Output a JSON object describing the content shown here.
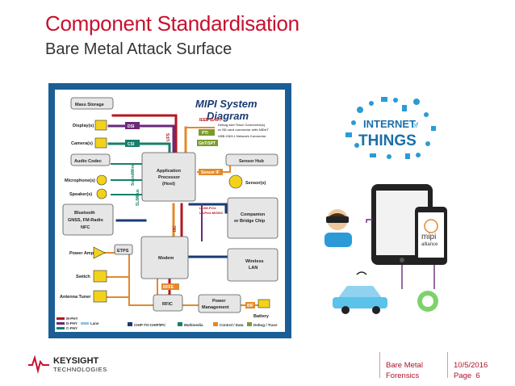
{
  "slide": {
    "title": "Component Standardisation",
    "subtitle": "Bare Metal Attack Surface"
  },
  "diagram": {
    "title_line1": "MIPI System",
    "title_line2": "Diagram",
    "blocks": {
      "mass_storage": "Mass Storage",
      "display": "Display(s)",
      "camera": "Camera(s)",
      "audio_codec": "Audio Codec",
      "microphone": "Microphone(s)",
      "speaker": "Speaker(s)",
      "bluetooth_l1": "Bluetooth",
      "bluetooth_l2": "GNSS, FM-Radio",
      "bluetooth_l3": "NFC",
      "power_amp": "Power Amp",
      "switch": "Switch",
      "antenna_tuner": "Antenna Tuner",
      "app_proc_l1": "Application",
      "app_proc_l2": "Processor",
      "app_proc_l3": "(Host)",
      "sensor_hub": "Sensor Hub",
      "sensors": "Sensor(s)",
      "companion_l1": "Companion",
      "companion_l2": "or Bridge Chip",
      "modem": "Modem",
      "etps": "ETPS",
      "wireless_l1": "Wireless",
      "wireless_l2": "LAN",
      "rfic": "RFIC",
      "power_mgmt_l1": "Power",
      "power_mgmt_l2": "Management",
      "battery": "Battery",
      "dsi": "DSI",
      "csi": "CSI",
      "ufs": "UFS",
      "i3c": "I3C",
      "pti": "PTI",
      "gbt_spt": "GbT/SPT",
      "sensor_if": "Sensor IF",
      "slimbus": "SLIMbus",
      "soundwire": "SoundWire",
      "rffe": "RFFE",
      "bif": "BIF",
      "debug_note_1": "IEEE 1149.7",
      "debug_note_2": "Debug and Trace Connector(s)",
      "debug_note_3": "or SD card connector with NIDnT",
      "debug_note_4": "USB 2/3/3.1 Network Connector",
      "llbus_1": "LLI/M-PCIe",
      "llbus_2": "UniPort-M/SSIC"
    },
    "legend": {
      "item1": "M-PHY",
      "item2": "D-PHY",
      "item3": "C-PHY",
      "item4": "Lane",
      "cat1": "CHIP-TO-CHIP/IPC",
      "cat2": "Multimedia",
      "cat3": "Control / Data",
      "cat4": "Debug / Trace"
    },
    "colors": {
      "chip_to_chip": "#1a3a73",
      "multimedia": "#17806a",
      "control_data": "#e28a2b",
      "debug_trace": "#7a9b2c",
      "mphy": "#b5171e"
    }
  },
  "iot": {
    "word1": "INTERNET",
    "word_of": "of",
    "word2": "THINGS",
    "mipi": "mipi",
    "alliance": "alliance"
  },
  "footer": {
    "logo_name": "KEYSIGHT",
    "logo_sub": "TECHNOLOGIES",
    "col1_line1": "Bare Metal",
    "col1_line2": "Forensics",
    "date": "10/5/2016",
    "page_label": "Page",
    "page_num": "6"
  }
}
